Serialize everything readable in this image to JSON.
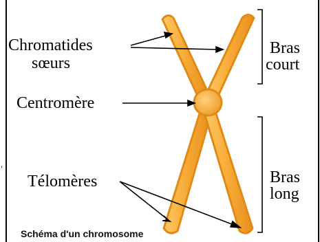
{
  "labels": {
    "chromatides_line1": "Chromatides",
    "chromatides_line2": "sœurs",
    "centromere": "Centromère",
    "telomeres": "Télomères",
    "bras_court_line1": "Bras",
    "bras_court_line2": "court",
    "bras_long_line1": "Bras",
    "bras_long_line2": "long"
  },
  "caption": "Schéma d'un chromosome",
  "margin_mark": "’",
  "colors": {
    "chromatid_fill": "#f7a935",
    "chromatid_stroke": "#e08a18",
    "highlight": "#ffd27a",
    "line": "#000000"
  }
}
